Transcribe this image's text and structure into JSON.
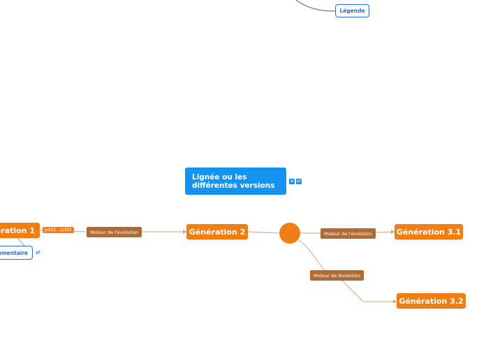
{
  "legend": {
    "label": "Légende"
  },
  "title": {
    "label": "Lignée ou les différentes versions"
  },
  "generations": {
    "g1": "ération 1",
    "g2": "Génération 2",
    "g31": "Génération 3.1",
    "g32": "Génération 3.2"
  },
  "date_badge": "Jul31 - Jul31",
  "engines": {
    "e1": "Moteur de l'évolution",
    "e2": "Moteur de l'évolution",
    "e3": "Moteur de lévolution"
  },
  "comment": {
    "label": "umentaire"
  },
  "icons": {
    "title_note": "note-icon",
    "title_link": "link-icon",
    "comment_link": "link-icon"
  },
  "colors": {
    "orange": "#f07e14",
    "brown": "#b26a33",
    "blue": "#1493f0",
    "outline_blue": "#2b6bd6",
    "connector": "#d9a27a"
  }
}
